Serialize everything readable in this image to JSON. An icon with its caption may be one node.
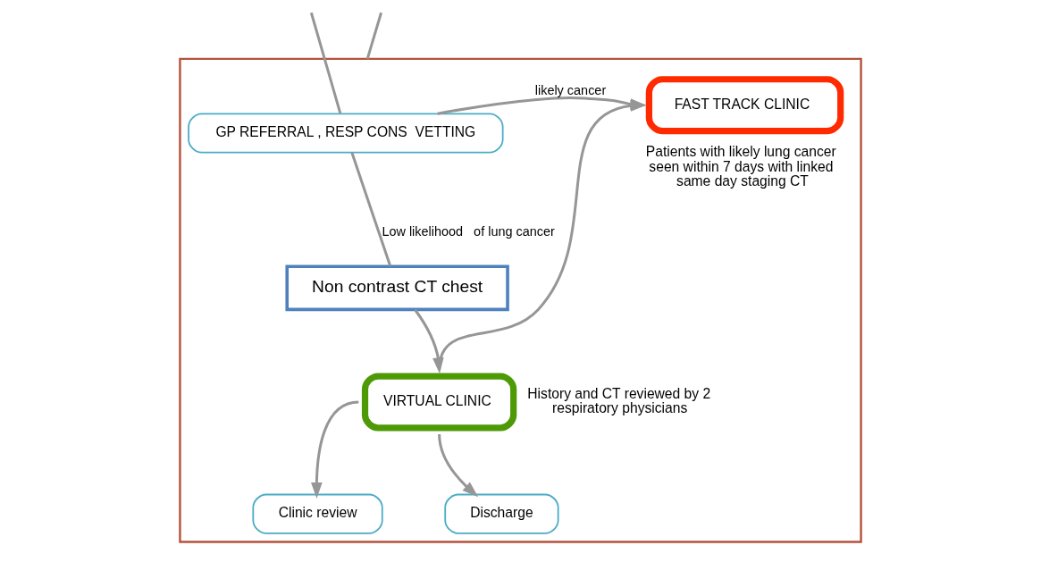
{
  "diagram": {
    "nodes": [
      {
        "text": [],
        "shape": "box"
      },
      {
        "text": [
          "GP REFERRAL , RESP CONS  VETTING"
        ],
        "in": 0
      },
      {
        "text": [
          "FAST TRACK CLINIC"
        ],
        "in": 0,
        "beside": [
          "Patients with likely lung cancer seen within 7 days with linked same day staging CT"
        ]
      },
      {
        "text": [
          "Non contrast CT chest"
        ],
        "in": 0
      },
      {
        "text": [
          "VIRTUAL CLINIC"
        ],
        "in": 0,
        "beside": [
          "History and CT reviewed by 2 respiratory physicians"
        ]
      },
      {
        "text": [
          "Clinic review"
        ],
        "in": 0
      },
      {
        "text": [
          "Discharge"
        ],
        "in": 0
      }
    ],
    "edges": [
      {
        "from": null,
        "to": 1,
        "arrow": "none"
      },
      {
        "from": null,
        "to": 0,
        "arrow": "none"
      },
      {
        "from": 1,
        "to": 2,
        "arrow": "to",
        "label": "likely cancer"
      },
      {
        "from": 1,
        "to": 3,
        "arrow": "none",
        "label": "Low likelihood   of lung cancer"
      },
      {
        "from": 3,
        "to": 4,
        "arrow": "to"
      },
      {
        "from": 4,
        "to": 2,
        "arrow": "to"
      },
      {
        "from": 4,
        "to": 5,
        "arrow": "to"
      },
      {
        "from": 4,
        "to": 6,
        "arrow": "to"
      }
    ]
  }
}
